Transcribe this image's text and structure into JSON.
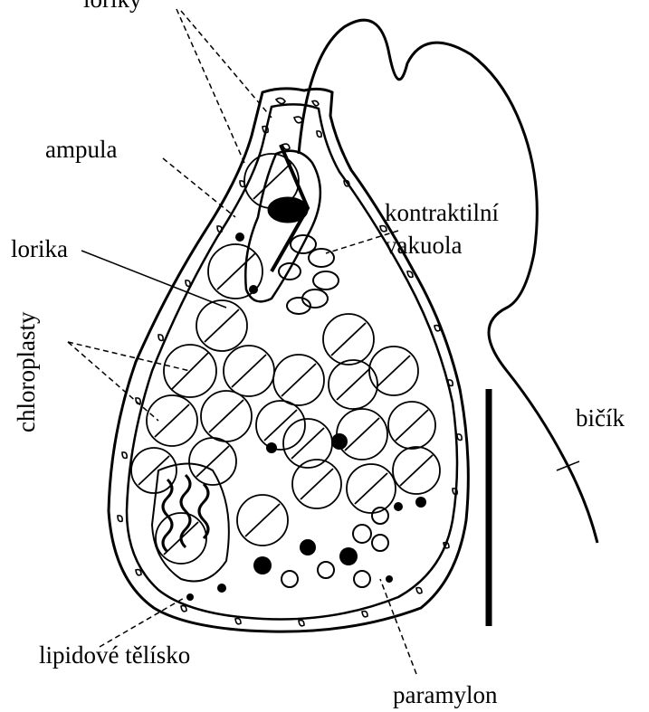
{
  "labels": {
    "loriky": "loriky",
    "ampula": "ampula",
    "kontraktilni_1": "kontraktilní",
    "kontraktilni_2": "vakuola",
    "lorika": "lorika",
    "chloroplasty": "chloroplasty",
    "bicik": "bičík",
    "lipidove": "lipidové tělísko",
    "paramylon": "paramylon"
  },
  "colors": {
    "ink": "#000000",
    "background": "#ffffff"
  }
}
